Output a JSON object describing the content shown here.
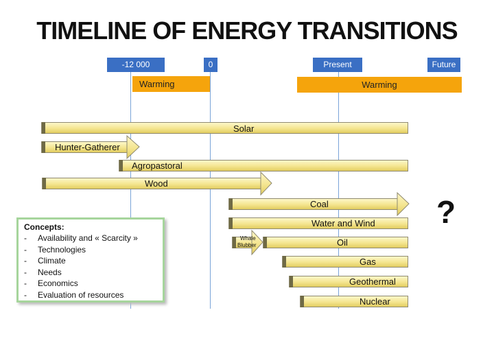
{
  "title": "TIMELINE OF ENERGY TRANSITIONS",
  "markers": [
    {
      "id": "minus-12000",
      "label": "-12 000"
    },
    {
      "id": "zero",
      "label": "0"
    },
    {
      "id": "present",
      "label": "Present"
    },
    {
      "id": "future",
      "label": "Future"
    }
  ],
  "warming": [
    {
      "label": "Warming"
    },
    {
      "label": "Warming"
    }
  ],
  "bars": [
    {
      "label": "Solar"
    },
    {
      "label": "Hunter-Gatherer"
    },
    {
      "label": "Agropastoral"
    },
    {
      "label": "Wood"
    },
    {
      "label": "Coal"
    },
    {
      "label": "Water and Wind"
    },
    {
      "label": "Oil"
    },
    {
      "label": "Gas"
    },
    {
      "label": "Geothermal"
    },
    {
      "label": "Nuclear"
    }
  ],
  "whale": {
    "line1": "Whale",
    "line2": "Blubber"
  },
  "question_mark": "?",
  "concepts": {
    "title": "Concepts:",
    "items": [
      "Availability and « Scarcity »",
      "Technologies",
      "Climate",
      "Needs",
      "Economics",
      "Evaluation of resources"
    ]
  }
}
